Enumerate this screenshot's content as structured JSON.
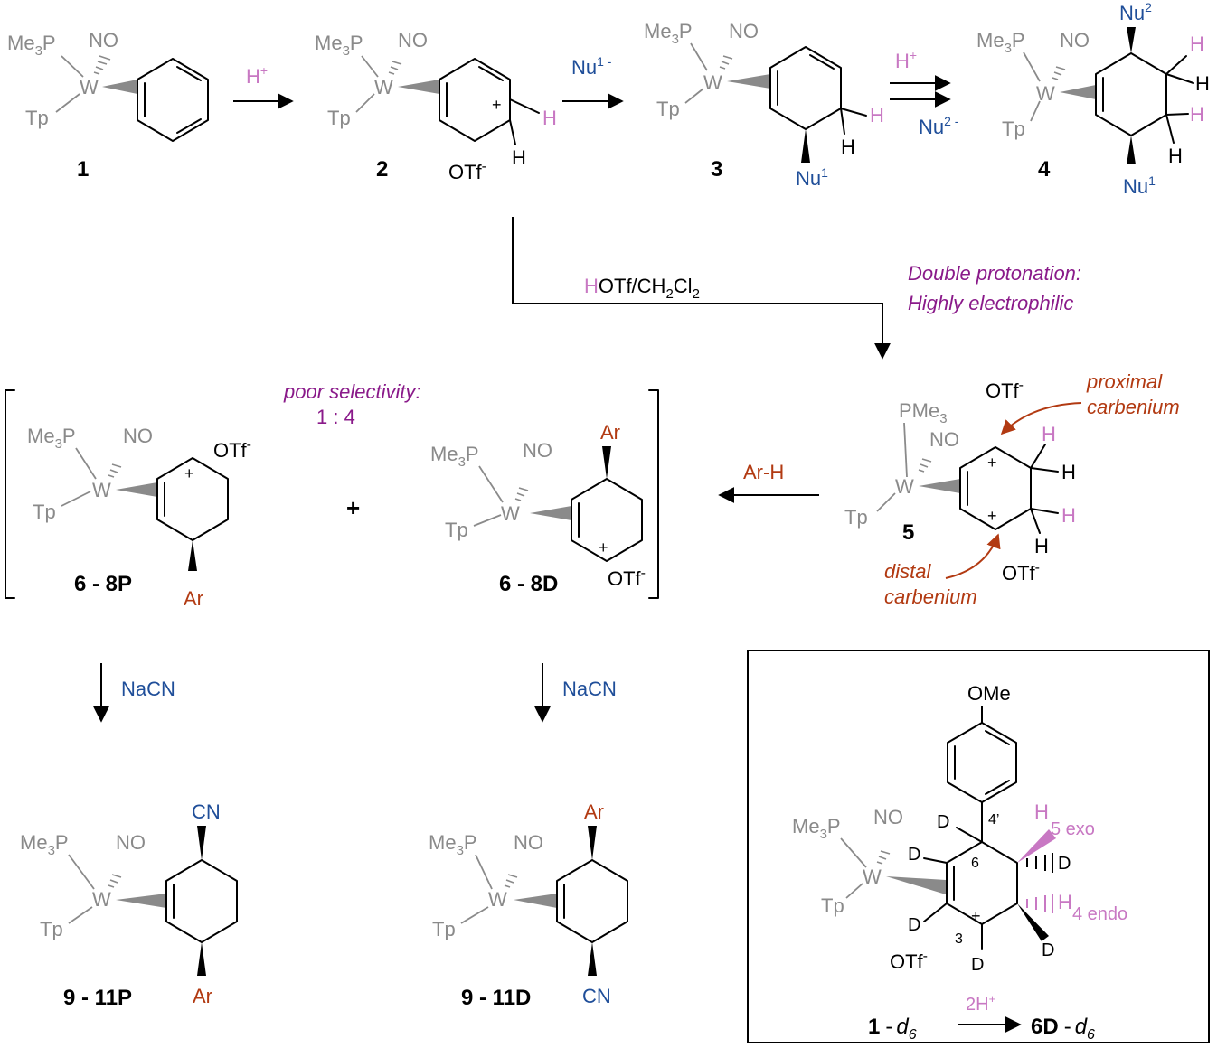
{
  "labels": {
    "c1": "1",
    "c2": "2",
    "c3": "3",
    "c4": "4",
    "c5": "5",
    "c6p": "6 - 8P",
    "c6d": "6 - 8D",
    "c9p": "9 - 11P",
    "c9d": "9 - 11D",
    "box_left": "1",
    "box_left_sub": "d",
    "box_left_sub2": "6",
    "box_right": "6D",
    "box_right_sub": "d",
    "box_right_sub2": "6"
  },
  "atoms": {
    "W": "W",
    "Me3P_a": "Me",
    "Me3P_b": "3",
    "Me3P_c": "P",
    "NO": "NO",
    "Tp": "Tp",
    "PMe3_a": "PMe",
    "PMe3_b": "3",
    "H": "H",
    "D": "D",
    "Ar": "Ar",
    "CN": "CN",
    "OMe": "OMe",
    "OTf": "OTf",
    "minus": "-",
    "plus": "+",
    "Nu": "Nu",
    "sup1": "1",
    "sup2": "2"
  },
  "reagents": {
    "step1": "H",
    "step1_sup": "+",
    "step2_a": "Nu",
    "step2_sup": "1 -",
    "step3_top": "H",
    "step3_top_sup": "+",
    "step3_bot": "Nu",
    "step3_bot_sup": "2 -",
    "hotf_h": "H",
    "hotf_rest": "OTf/CH",
    "hotf_sub1": "2",
    "hotf_cl": "Cl",
    "hotf_sub2": "2",
    "arh": "Ar-H",
    "nacn": "NaCN",
    "twoh": "2H",
    "twoh_sup": "+"
  },
  "notes": {
    "double_protonation_1": "Double protonation:",
    "double_protonation_2": "Highly electrophilic",
    "poor_selectivity_1": "poor selectivity:",
    "poor_selectivity_2": "1 : 4",
    "proximal_1": "proximal",
    "proximal_2": "carbenium",
    "distal_1": "distal",
    "distal_2": "carbenium",
    "h5exo": "5 exo",
    "h4endo": "4 endo",
    "pos6": "6",
    "pos4p": "4’",
    "pos3": "3"
  }
}
